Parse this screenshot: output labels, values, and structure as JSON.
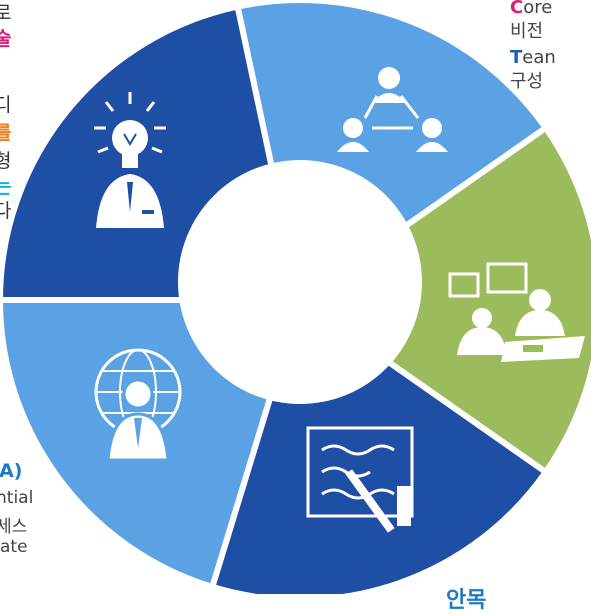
{
  "colors": {
    "blue_dark": "#1f4ea5",
    "blue_light": "#5aa2e4",
    "green": "#9cbb5c",
    "gap": "#ffffff",
    "magenta": "#e0197c",
    "orange": "#f07a1a",
    "cyan": "#10b0e0",
    "accent_blue": "#1e7ac4"
  },
  "segments": [
    {
      "name": "team-network",
      "color": "#5aa2e4",
      "icon": "people-network-icon"
    },
    {
      "name": "meeting",
      "color": "#9cbb5c",
      "icon": "meeting-discussion-icon"
    },
    {
      "name": "writing",
      "color": "#1f4ea5",
      "icon": "writing-board-icon"
    },
    {
      "name": "global",
      "color": "#5aa2e4",
      "icon": "global-person-icon"
    },
    {
      "name": "idea",
      "color": "#1f4ea5",
      "icon": "idea-person-icon"
    }
  ],
  "left_fragments": {
    "l1": "로",
    "l2": "술",
    "l3": ",",
    "l4": "디",
    "l5": "를",
    "l6": "형",
    "l7": "는",
    "l8": "다",
    "ia": "IA)",
    "tial": "ntial",
    "process": "세스",
    "ate": "ate"
  },
  "right_fragments": {
    "core_initial": "C",
    "core_rest": "ore",
    "vision": "비전",
    "team_initial": "T",
    "team_rest": "ean",
    "compose": "구성"
  },
  "bottom_fragment": "안목"
}
